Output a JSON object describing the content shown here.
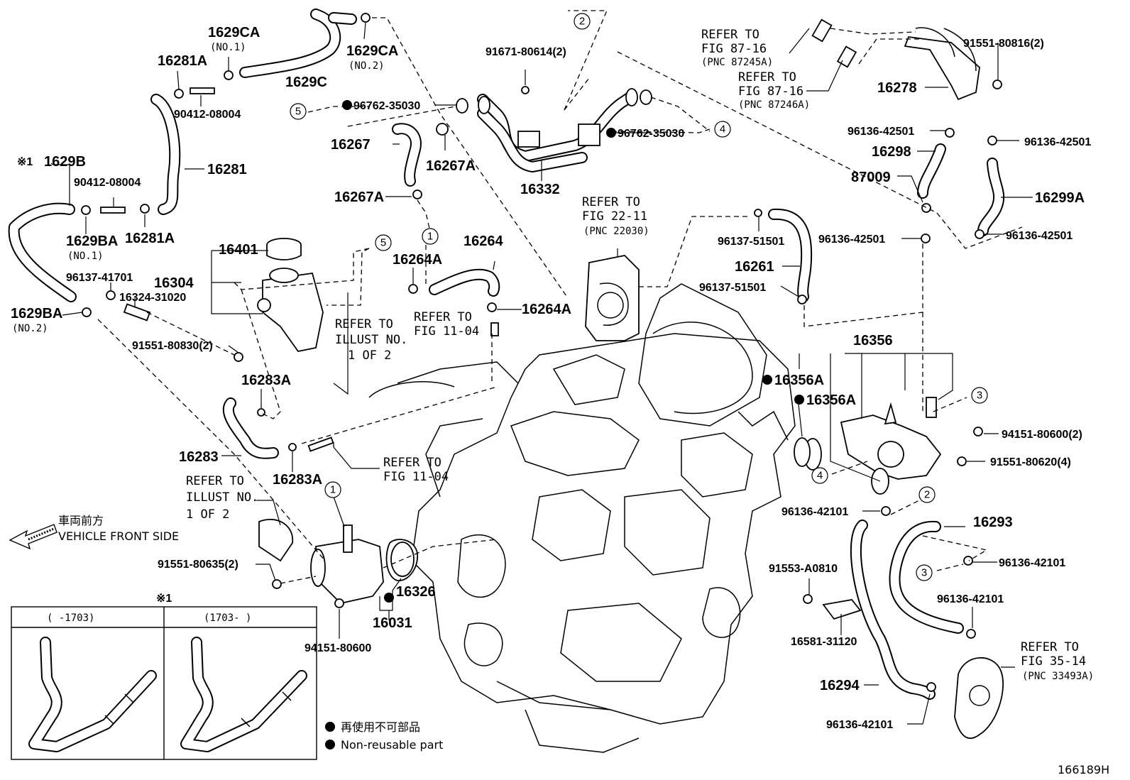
{
  "labels": {
    "p1629CA_1": "1629CA",
    "p1629CA_1_sub": "(NO.1)",
    "p1629CA_2": "1629CA",
    "p1629CA_2_sub": "(NO.2)",
    "p16281A_top": "16281A",
    "p1629C": "1629C",
    "p90412_top": "90412-08004",
    "p16281": "16281",
    "p1629B": "1629B",
    "p1629B_mark": "※1",
    "p90412_mid": "90412-08004",
    "p1629BA_1": "1629BA",
    "p1629BA_1_sub": "(NO.1)",
    "p16281A_bot": "16281A",
    "p96137_41701": "96137-41701",
    "p16324": "16324-31020",
    "p1629BA_2": "1629BA",
    "p1629BA_2_sub": "(NO.2)",
    "p16401": "16401",
    "p16304": "16304",
    "p91551_80830": "91551-80830(2)",
    "p16283A_top": "16283A",
    "p16283": "16283",
    "p16283A_bot": "16283A",
    "p91671": "91671-80614(2)",
    "p96762_left": "96762-35030",
    "p96762_right": "96762-35030",
    "p16267": "16267",
    "p16267A_right": "16267A",
    "p16267A_left": "16267A",
    "p16332": "16332",
    "p16264A_top": "16264A",
    "p16264": "16264",
    "p16264A_right": "16264A",
    "p16278": "16278",
    "p91551_80816": "91551-80816(2)",
    "p96136_42501_a": "96136-42501",
    "p96136_42501_b": "96136-42501",
    "p16298": "16298",
    "p87009": "87009",
    "p16299A": "16299A",
    "p96136_42501_c": "96136-42501",
    "p96136_42501_d": "96136-42501",
    "p96137_51501_a": "96137-51501",
    "p16261": "16261",
    "p96137_51501_b": "96137-51501",
    "p16356": "16356",
    "p16356A_a": "16356A",
    "p16356A_b": "16356A",
    "p94151_80600_2": "94151-80600(2)",
    "p91551_80620": "91551-80620(4)",
    "p96136_42101_a": "96136-42101",
    "p16293": "16293",
    "p96136_42101_b": "96136-42101",
    "p91553": "91553-A0810",
    "p96136_42101_c": "96136-42101",
    "p16581": "16581-31120",
    "p16294": "16294",
    "p96136_42101_d": "96136-42101",
    "p91551_80635": "91551-80635(2)",
    "p16326": "16326",
    "p16031": "16031",
    "p94151_80600": "94151-80600"
  },
  "refs": {
    "r1_l1": "REFER TO",
    "r1_l2": "FIG 87-16",
    "r1_l3": "(PNC 87245A)",
    "r2_l1": "REFER TO",
    "r2_l2": "FIG 87-16",
    "r2_l3": "(PNC 87246A)",
    "r3_l1": "REFER TO",
    "r3_l2": "FIG 22-11",
    "r3_l3": "(PNC 22030)",
    "r4_l1": "REFER TO",
    "r4_l2": "ILLUST NO.",
    "r4_l3": "1 OF 2",
    "r5_l1": "REFER TO",
    "r5_l2": "FIG 11-04",
    "r6_l1": "REFER TO",
    "r6_l2": "FIG 11-04",
    "r7_l1": "REFER TO",
    "r7_l2": "ILLUST NO.",
    "r7_l3": "1 OF 2",
    "r8_l1": "REFER TO",
    "r8_l2": "FIG 35-14",
    "r8_l3": "(PNC 33493A)"
  },
  "circled_numbers": [
    "1",
    "2",
    "3",
    "4",
    "5"
  ],
  "front": {
    "jp": "車両前方",
    "en": "VEHICLE FRONT SIDE"
  },
  "inset": {
    "mark": "※1",
    "left_range": "(      -1703)",
    "right_range": "(1703-      )"
  },
  "legend": {
    "jp": "再使用不可部品",
    "en": "Non-reusable part"
  },
  "figure_id": "166189H"
}
